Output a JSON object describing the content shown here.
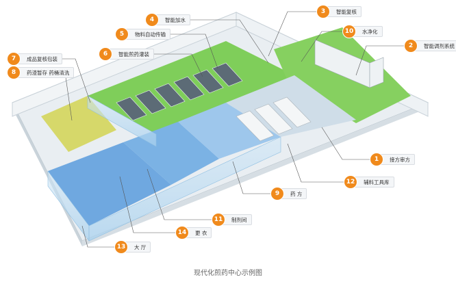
{
  "caption": "现代化煎药中心示例图",
  "accent_color": "#f08a1c",
  "labels": [
    {
      "num": "4",
      "text": "智能加水"
    },
    {
      "num": "3",
      "text": "智能复核"
    },
    {
      "num": "5",
      "text": "物料自动传输"
    },
    {
      "num": "10",
      "text": "水净化"
    },
    {
      "num": "6",
      "text": "智能煎药灌装"
    },
    {
      "num": "2",
      "text": "智能调剂系统"
    },
    {
      "num": "7",
      "text": "成品复核包装"
    },
    {
      "num": "8",
      "text": "药渣暂存 药桶清洗"
    },
    {
      "num": "1",
      "text": "接方审方"
    },
    {
      "num": "12",
      "text": "辅料工具库"
    },
    {
      "num": "9",
      "text": "药 方"
    },
    {
      "num": "11",
      "text": "制剂间"
    },
    {
      "num": "14",
      "text": "更 衣"
    },
    {
      "num": "13",
      "text": "大 厅"
    }
  ]
}
